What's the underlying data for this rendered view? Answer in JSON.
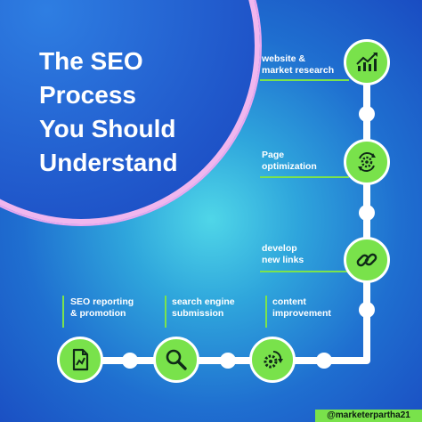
{
  "title": {
    "line1": "The SEO",
    "line2": "Process",
    "line3": "You Should",
    "line4": "Understand"
  },
  "steps": [
    {
      "id": "website-market-research",
      "line1": "website &",
      "line2": "market research",
      "icon": "growth-chart-icon"
    },
    {
      "id": "page-optimization",
      "line1": "Page",
      "line2": "optimization",
      "icon": "gear-refresh-icon"
    },
    {
      "id": "develop-new-links",
      "line1": "develop",
      "line2": "new links",
      "icon": "chain-link-icon"
    },
    {
      "id": "content-improvement",
      "line1": "content",
      "line2": "improvement",
      "icon": "gear-arrow-icon"
    },
    {
      "id": "search-engine-submission",
      "line1": "search engine",
      "line2": "submission",
      "icon": "magnifier-icon"
    },
    {
      "id": "seo-reporting-promotion",
      "line1": "SEO reporting",
      "line2": "& promotion",
      "icon": "report-document-icon"
    }
  ],
  "footer": {
    "handle": "@marketerpartha21"
  },
  "colors": {
    "accent": "#79e24b",
    "path": "#ffffff",
    "ring": "#f0b6ee",
    "background": "#1f6fd0"
  }
}
